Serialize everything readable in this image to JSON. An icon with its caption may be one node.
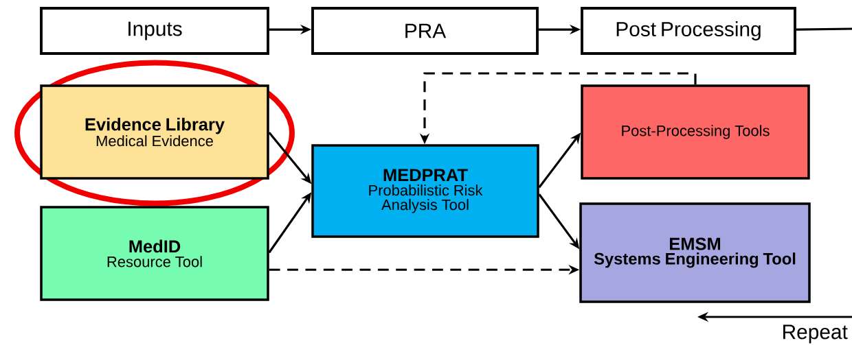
{
  "diagram": {
    "nodes": [
      {
        "text": [
          "Inputs"
        ]
      },
      {
        "text": [
          "PRA"
        ]
      },
      {
        "text": [
          "Post Processing"
        ]
      },
      {
        "text": [
          "Evidence Library",
          "Medical Evidence"
        ]
      },
      {
        "text": [
          "MedID",
          "Resource Tool"
        ]
      },
      {
        "text": [
          "MEDPRAT",
          "Probabilistic Risk Analysis Tool"
        ]
      },
      {
        "text": [
          "Post-Processing Tools"
        ]
      },
      {
        "text": [
          "EMSM",
          "Systems Engineering Tool"
        ]
      }
    ],
    "edges": [
      {
        "from": 0,
        "to": 1,
        "arrow": "to"
      },
      {
        "from": 1,
        "to": 2,
        "arrow": "to"
      },
      {
        "from": 2,
        "to": null,
        "arrow": "none"
      },
      {
        "from": 3,
        "to": 5,
        "arrow": "to"
      },
      {
        "from": 4,
        "to": 5,
        "arrow": "to"
      },
      {
        "from": 5,
        "to": 6,
        "arrow": "to"
      },
      {
        "from": 5,
        "to": 7,
        "arrow": "to"
      },
      {
        "from": 6,
        "to": 5,
        "arrow": "to",
        "style": "dashed"
      },
      {
        "from": 4,
        "to": 7,
        "arrow": "to",
        "style": "dashed"
      }
    ],
    "labels": [
      "Repeat"
    ]
  }
}
